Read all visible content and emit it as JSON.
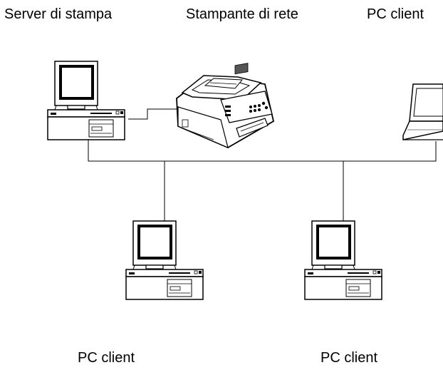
{
  "labels": {
    "print_server": "Server di stampa",
    "network_printer": "Stampante di rete",
    "pc_client_top": "PC client",
    "pc_client_bottom_left": "PC client",
    "pc_client_bottom_right": "PC client"
  }
}
